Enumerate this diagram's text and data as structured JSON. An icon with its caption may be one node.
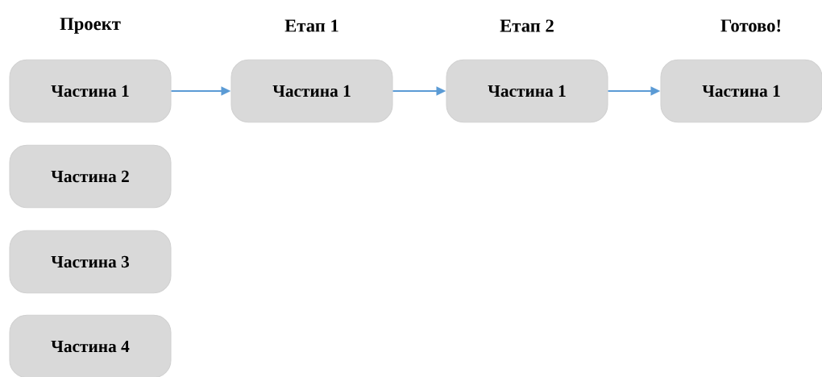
{
  "diagram": {
    "nodes": [
      {
        "text": [
          "Частина 1"
        ]
      },
      {
        "text": [
          "Частина 1"
        ]
      },
      {
        "text": [
          "Частина 1"
        ]
      },
      {
        "text": [
          "Частина 1"
        ]
      },
      {
        "text": [
          "Частина 2"
        ]
      },
      {
        "text": [
          "Частина 3"
        ]
      },
      {
        "text": [
          "Частина 4"
        ]
      }
    ],
    "edges": [
      {
        "from": 0,
        "to": 1,
        "arrow": "to"
      },
      {
        "from": 1,
        "to": 2,
        "arrow": "to"
      },
      {
        "from": 2,
        "to": 3,
        "arrow": "to"
      }
    ],
    "labels": [
      "Проект",
      "Етап 1",
      "Етап 2",
      "Готово!"
    ]
  }
}
